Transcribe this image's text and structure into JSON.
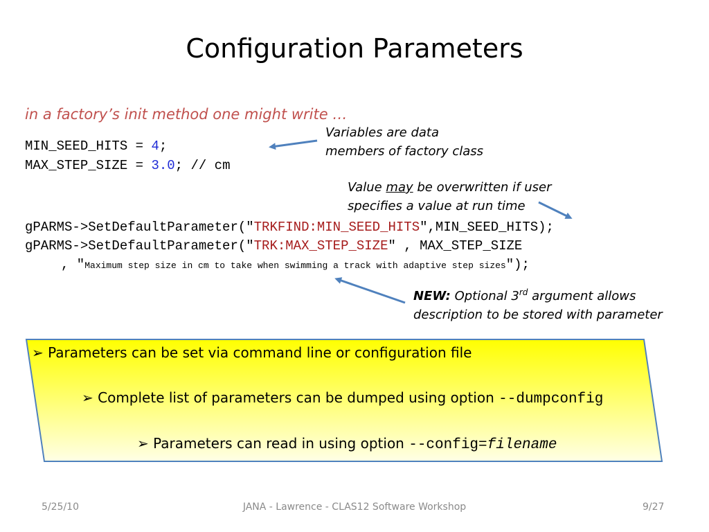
{
  "slide": {
    "title": "Configuration Parameters",
    "subtitle": "in a factory’s init method one might write …"
  },
  "code": {
    "line1": {
      "name": "MIN_SEED_HITS",
      "eq": " = ",
      "value": "4",
      "end": ";"
    },
    "line2": {
      "name": "MAX_STEP_SIZE",
      "eq": " = ",
      "value": "3.0",
      "end": "; // cm"
    },
    "line3": {
      "prefix": "gPARMS->SetDefaultParameter(\"",
      "string": "TRKFIND:MIN_SEED_HITS",
      "suffix": "\",MIN_SEED_HITS);"
    },
    "line4": {
      "prefix": "gPARMS->SetDefaultParameter(\"",
      "string": "TRK:MAX_STEP_SIZE",
      "suffix": "\" , MAX_STEP_SIZE"
    },
    "line5": {
      "prefix": ", \"",
      "description": "Maximum step size in cm to take when swimming a track with adaptive step sizes",
      "suffix": "\");"
    }
  },
  "notes": {
    "variables_line1": "Variables are data",
    "variables_line2": "members of factory class",
    "value_pre": "Value ",
    "value_may": "may",
    "value_post": " be overwritten if user",
    "value_line2": "specifies a value at run time",
    "new_label": "NEW:",
    "new_pre": " Optional 3",
    "new_sup": "rd",
    "new_post": " argument allows",
    "new_line2": "description to be stored with parameter"
  },
  "box": {
    "bullet_symbol": "➢",
    "item1": "Parameters can be set via command line or configuration file",
    "item2_text": "Complete list of parameters can be dumped using option ",
    "item2_opt": "--dumpconfig",
    "item3_text": "Parameters can read in using option ",
    "item3_opt": "--config=",
    "item3_arg": "filename",
    "colors": {
      "top": "#ffff00",
      "bottom": "#ffffe0",
      "border": "#4f81bd"
    }
  },
  "footer": {
    "date": "5/25/10",
    "center": "JANA  - Lawrence  - CLAS12 Software Workshop",
    "page": "9/27"
  }
}
